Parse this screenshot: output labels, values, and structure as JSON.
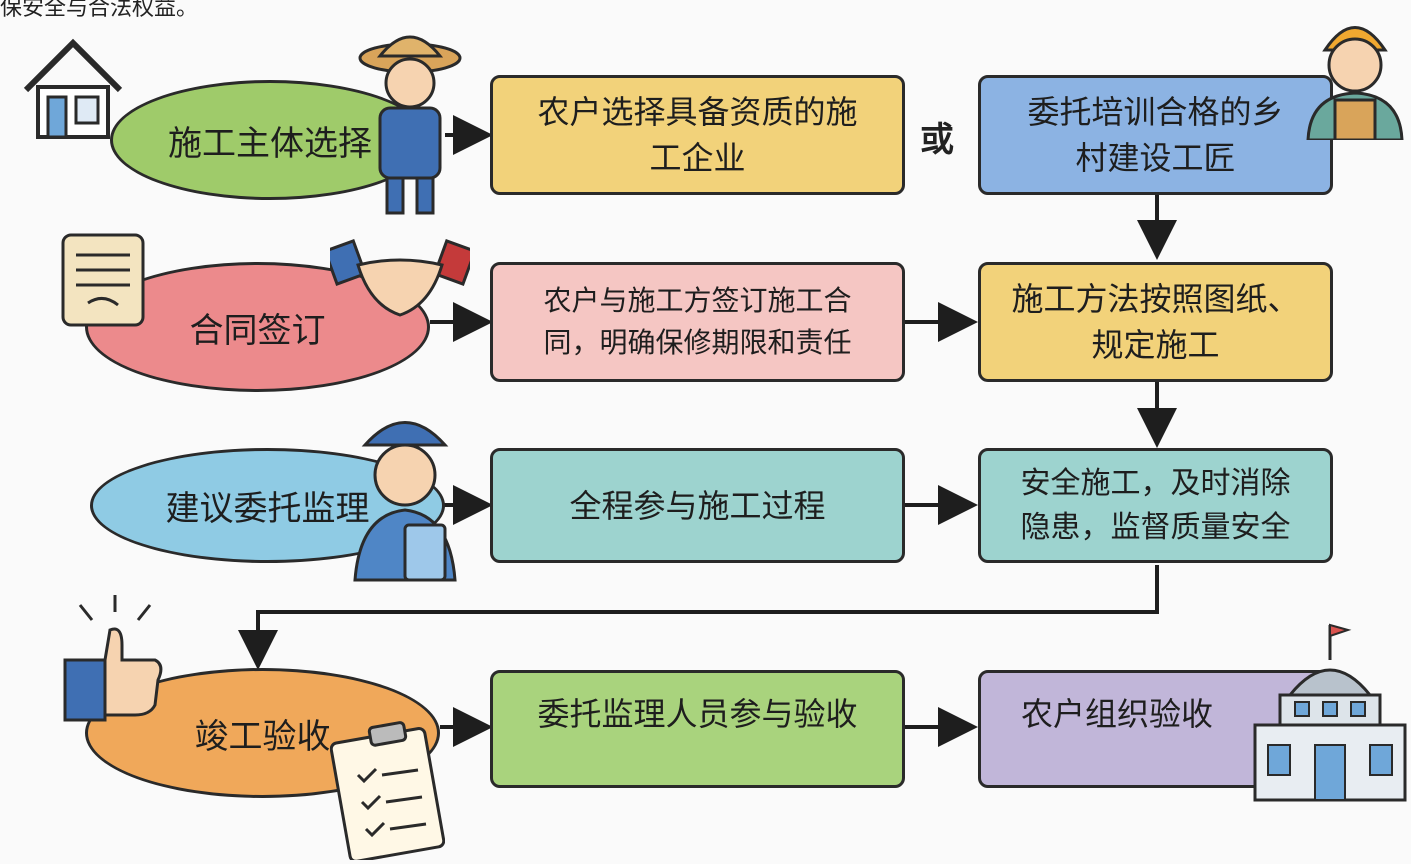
{
  "top_text": "保安全与合法权益。",
  "connector_or": "或",
  "rows": [
    {
      "stage": "施工主体选择",
      "box1": [
        "农户选择具备资质的施",
        "工企业"
      ],
      "box2": [
        "委托培训合格的乡",
        "村建设工匠"
      ]
    },
    {
      "stage": "合同签订",
      "box1": [
        "农户与施工方签订施工合",
        "同，明确保修期限和责任"
      ],
      "box2": [
        "施工方法按照图纸、",
        "规定施工"
      ]
    },
    {
      "stage": "建议委托监理",
      "box1": [
        "全程参与施工过程"
      ],
      "box2": [
        "安全施工，及时消除",
        "隐患，监督质量安全"
      ]
    },
    {
      "stage": "竣工验收",
      "box1": [
        "委托监理人员参与验收"
      ],
      "box2": [
        "农户组织验收"
      ]
    }
  ],
  "colors": {
    "green": "#9fcb6a",
    "yellow": "#f2d27a",
    "blue": "#8cb3e3",
    "red": "#ec8a8c",
    "pink": "#f5c6c3",
    "teal": "#9dd3cf",
    "light_blue": "#8fcbe4",
    "orange": "#f0a85a",
    "light_green": "#a9d37d",
    "lavender": "#c1b6d9"
  }
}
